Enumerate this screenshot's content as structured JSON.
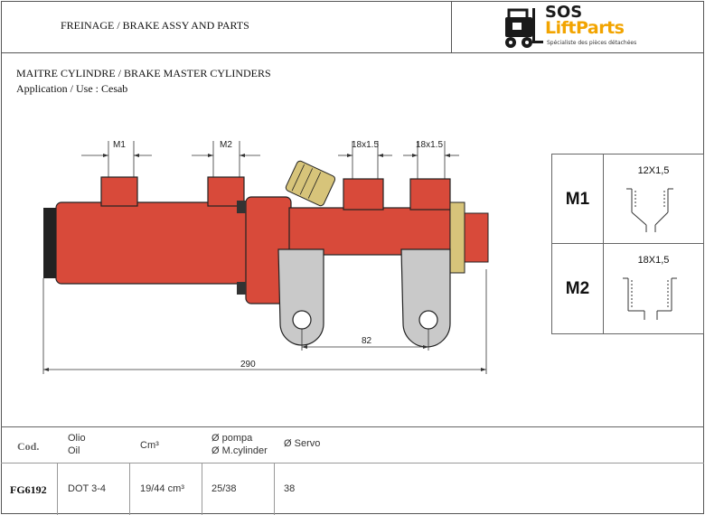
{
  "header": {
    "title": "FREINAGE / BRAKE ASSY AND PARTS"
  },
  "logo": {
    "line1": "SOS",
    "line2": "LiftParts",
    "tagline": "Spécialiste des pièces détachées"
  },
  "section": {
    "title": "MAITRE CYLINDRE / BRAKE MASTER CYLINDERS",
    "application": "Application / Use : Cesab"
  },
  "drawing": {
    "dim_m1": "M1",
    "dim_m2": "M2",
    "dim_port1": "18x1.5",
    "dim_port2": "18x1.5",
    "dim_82": "82",
    "dim_290": "290"
  },
  "specs": {
    "m1_label": "M1",
    "m1_value": "12X1,5",
    "m2_label": "M2",
    "m2_value": "18X1,5"
  },
  "table": {
    "headers": {
      "cod": "Cod.",
      "olio": "Olio",
      "oil": "Oil",
      "cm3": "Cm³",
      "pompa": "Ø pompa",
      "mcyl": "Ø M.cylinder",
      "servo": "Ø Servo"
    },
    "row": {
      "cod": "FG6192",
      "oil": "DOT 3-4",
      "cm3": "19/44 cm³",
      "pompa": "25/38",
      "servo": "38"
    }
  }
}
